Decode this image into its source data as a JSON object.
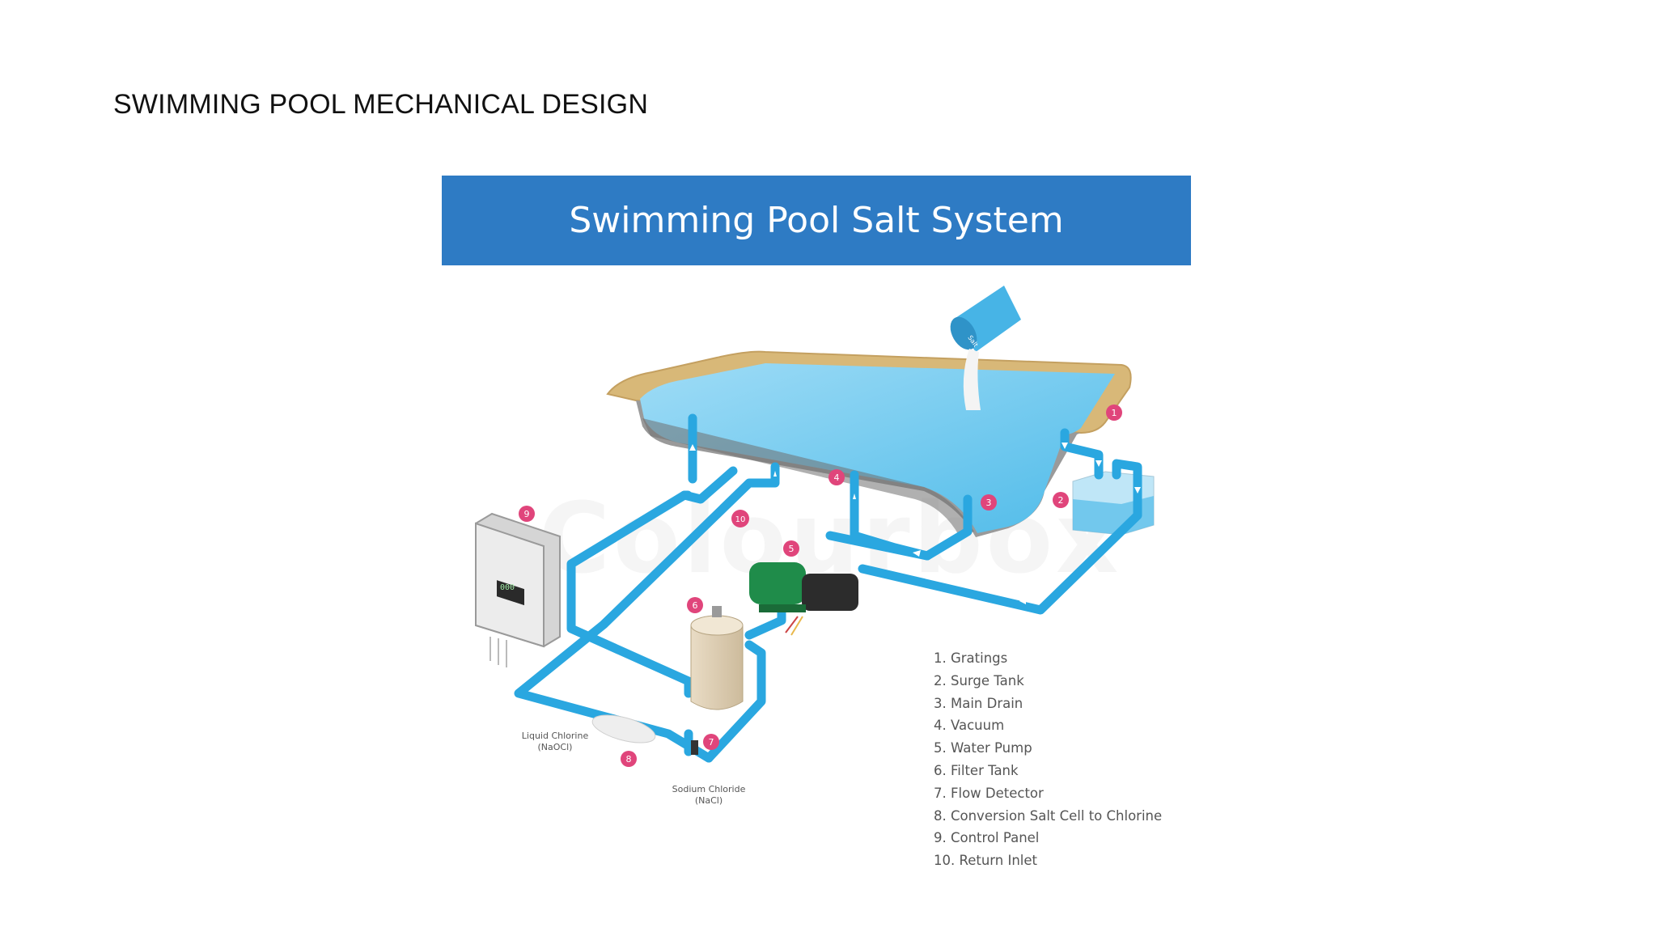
{
  "slide": {
    "title": "SWIMMING POOL MECHANICAL DESIGN"
  },
  "diagram": {
    "title": "Swimming Pool Salt System",
    "watermark": "Colourbox",
    "bucket_label": "Salt",
    "panel_display": "000",
    "markers": [
      "1",
      "2",
      "3",
      "4",
      "5",
      "6",
      "7",
      "8",
      "9",
      "10"
    ],
    "annotations": {
      "liquid_chlorine": [
        "Liquid Chlorine",
        "(NaOCl)"
      ],
      "sodium_chloride": [
        "Sodium Chloride",
        "(NaCl)"
      ]
    },
    "legend": [
      "1. Gratings",
      "2. Surge Tank",
      "3. Main Drain",
      "4. Vacuum",
      "5. Water Pump",
      "6. Filter Tank",
      "7. Flow Detector",
      "8. Conversion Salt Cell to Chlorine",
      "9. Control Panel",
      "10. Return Inlet"
    ],
    "colors": {
      "banner": "#2e7bc4",
      "pipe": "#2aa7e0",
      "marker": "#e0457b",
      "water": "#7fd0f2",
      "deck": "#d8b878",
      "pool_wall": "#9a9a9a"
    }
  }
}
